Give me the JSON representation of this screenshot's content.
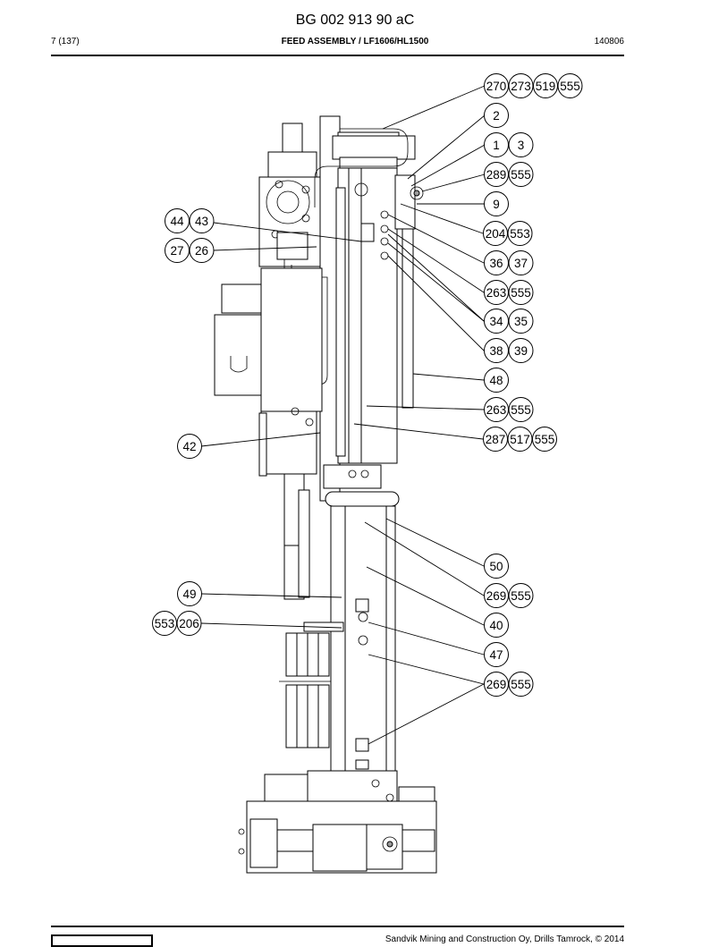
{
  "header": {
    "doc_id": "BG 002 913 90 aC",
    "page": "7 (137)",
    "section": "FEED ASSEMBLY / LF1606/HL1500",
    "date": "140806"
  },
  "footer": {
    "text": "Sandvik Mining and Construction Oy, Drills Tamrock, © 2014"
  },
  "callouts": [
    {
      "id": "c1",
      "labels": [
        "270",
        "273",
        "519",
        "555"
      ]
    },
    {
      "id": "c2",
      "labels": [
        "2"
      ]
    },
    {
      "id": "c3",
      "labels": [
        "1",
        "3"
      ]
    },
    {
      "id": "c4",
      "labels": [
        "289",
        "555"
      ]
    },
    {
      "id": "c5",
      "labels": [
        "9"
      ]
    },
    {
      "id": "c6",
      "labels": [
        "44",
        "43"
      ]
    },
    {
      "id": "c7",
      "labels": [
        "204",
        "553"
      ]
    },
    {
      "id": "c8",
      "labels": [
        "27",
        "26"
      ]
    },
    {
      "id": "c9",
      "labels": [
        "36",
        "37"
      ]
    },
    {
      "id": "c10",
      "labels": [
        "263",
        "555"
      ]
    },
    {
      "id": "c11",
      "labels": [
        "34",
        "35"
      ]
    },
    {
      "id": "c12",
      "labels": [
        "38",
        "39"
      ]
    },
    {
      "id": "c13",
      "labels": [
        "48"
      ]
    },
    {
      "id": "c14",
      "labels": [
        "263",
        "555"
      ]
    },
    {
      "id": "c15",
      "labels": [
        "287",
        "517",
        "555"
      ]
    },
    {
      "id": "c16",
      "labels": [
        "42"
      ]
    },
    {
      "id": "c17",
      "labels": [
        "50"
      ]
    },
    {
      "id": "c18",
      "labels": [
        "49"
      ]
    },
    {
      "id": "c19",
      "labels": [
        "269",
        "555"
      ]
    },
    {
      "id": "c20",
      "labels": [
        "553",
        "206"
      ]
    },
    {
      "id": "c21",
      "labels": [
        "40"
      ]
    },
    {
      "id": "c22",
      "labels": [
        "47"
      ]
    },
    {
      "id": "c23",
      "labels": [
        "269",
        "555"
      ]
    }
  ]
}
